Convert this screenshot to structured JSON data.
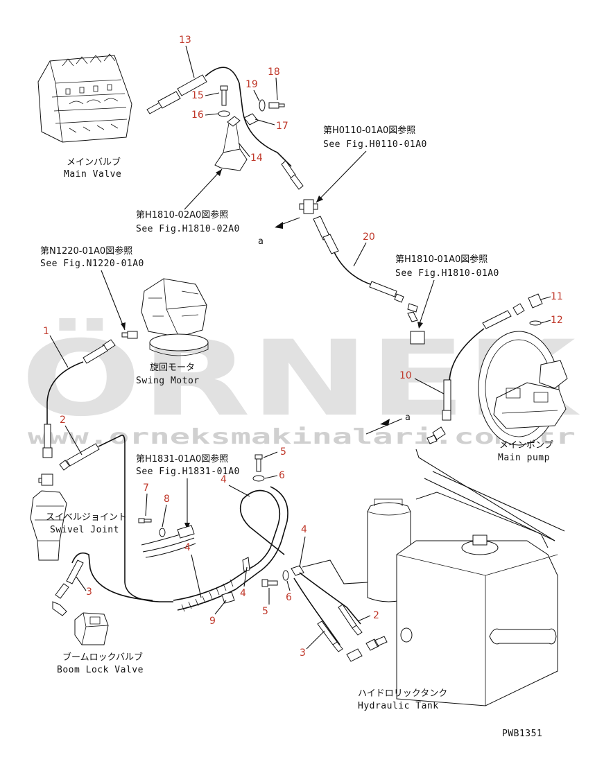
{
  "figure_code": "PWB1351",
  "watermark": {
    "brand": "ÖRNEK",
    "url": "www.orneksmakinalari.com.tr"
  },
  "components": {
    "main_valve": {
      "jp": "メインバルブ",
      "en": "Main Valve"
    },
    "swing_motor": {
      "jp": "旋回モータ",
      "en": "Swing Motor"
    },
    "swivel_joint": {
      "jp": "スイベルジョイント",
      "en": "Swivel Joint"
    },
    "boom_lock_valve": {
      "jp": "ブームロックバルブ",
      "en": "Boom Lock Valve"
    },
    "main_pump": {
      "jp": "メインポンプ",
      "en": "Main pump"
    },
    "hydraulic_tank": {
      "jp": "ハイドロリックタンク",
      "en": "Hydraulic Tank"
    }
  },
  "references": {
    "h0110": {
      "jp": "第H0110-01A0図参照",
      "en": "See Fig.H0110-01A0"
    },
    "h1810_02": {
      "jp": "第H1810-02A0図参照",
      "en": "See Fig.H1810-02A0"
    },
    "n1220": {
      "jp": "第N1220-01A0図参照",
      "en": "See Fig.N1220-01A0"
    },
    "h1810_01": {
      "jp": "第H1810-01A0図参照",
      "en": "See Fig.H1810-01A0"
    },
    "h1831": {
      "jp": "第H1831-01A0図参照",
      "en": "See Fig.H1831-01A0"
    }
  },
  "section_marks": {
    "a1": "a",
    "a2": "a"
  },
  "callouts": {
    "c13": "13",
    "c15": "15",
    "c16": "16",
    "c19": "19",
    "c18": "18",
    "c17": "17",
    "c14": "14",
    "c20": "20",
    "c11": "11",
    "c12": "12",
    "c10": "10",
    "c1": "1",
    "c2a": "2",
    "c5": "5",
    "c6a": "6",
    "c4a": "4",
    "c7": "7",
    "c8": "8",
    "c4b": "4",
    "c4c": "4",
    "c4d": "4",
    "c3a": "3",
    "c9": "9",
    "c5b": "5",
    "c6b": "6",
    "c2b": "2",
    "c3b": "3"
  }
}
